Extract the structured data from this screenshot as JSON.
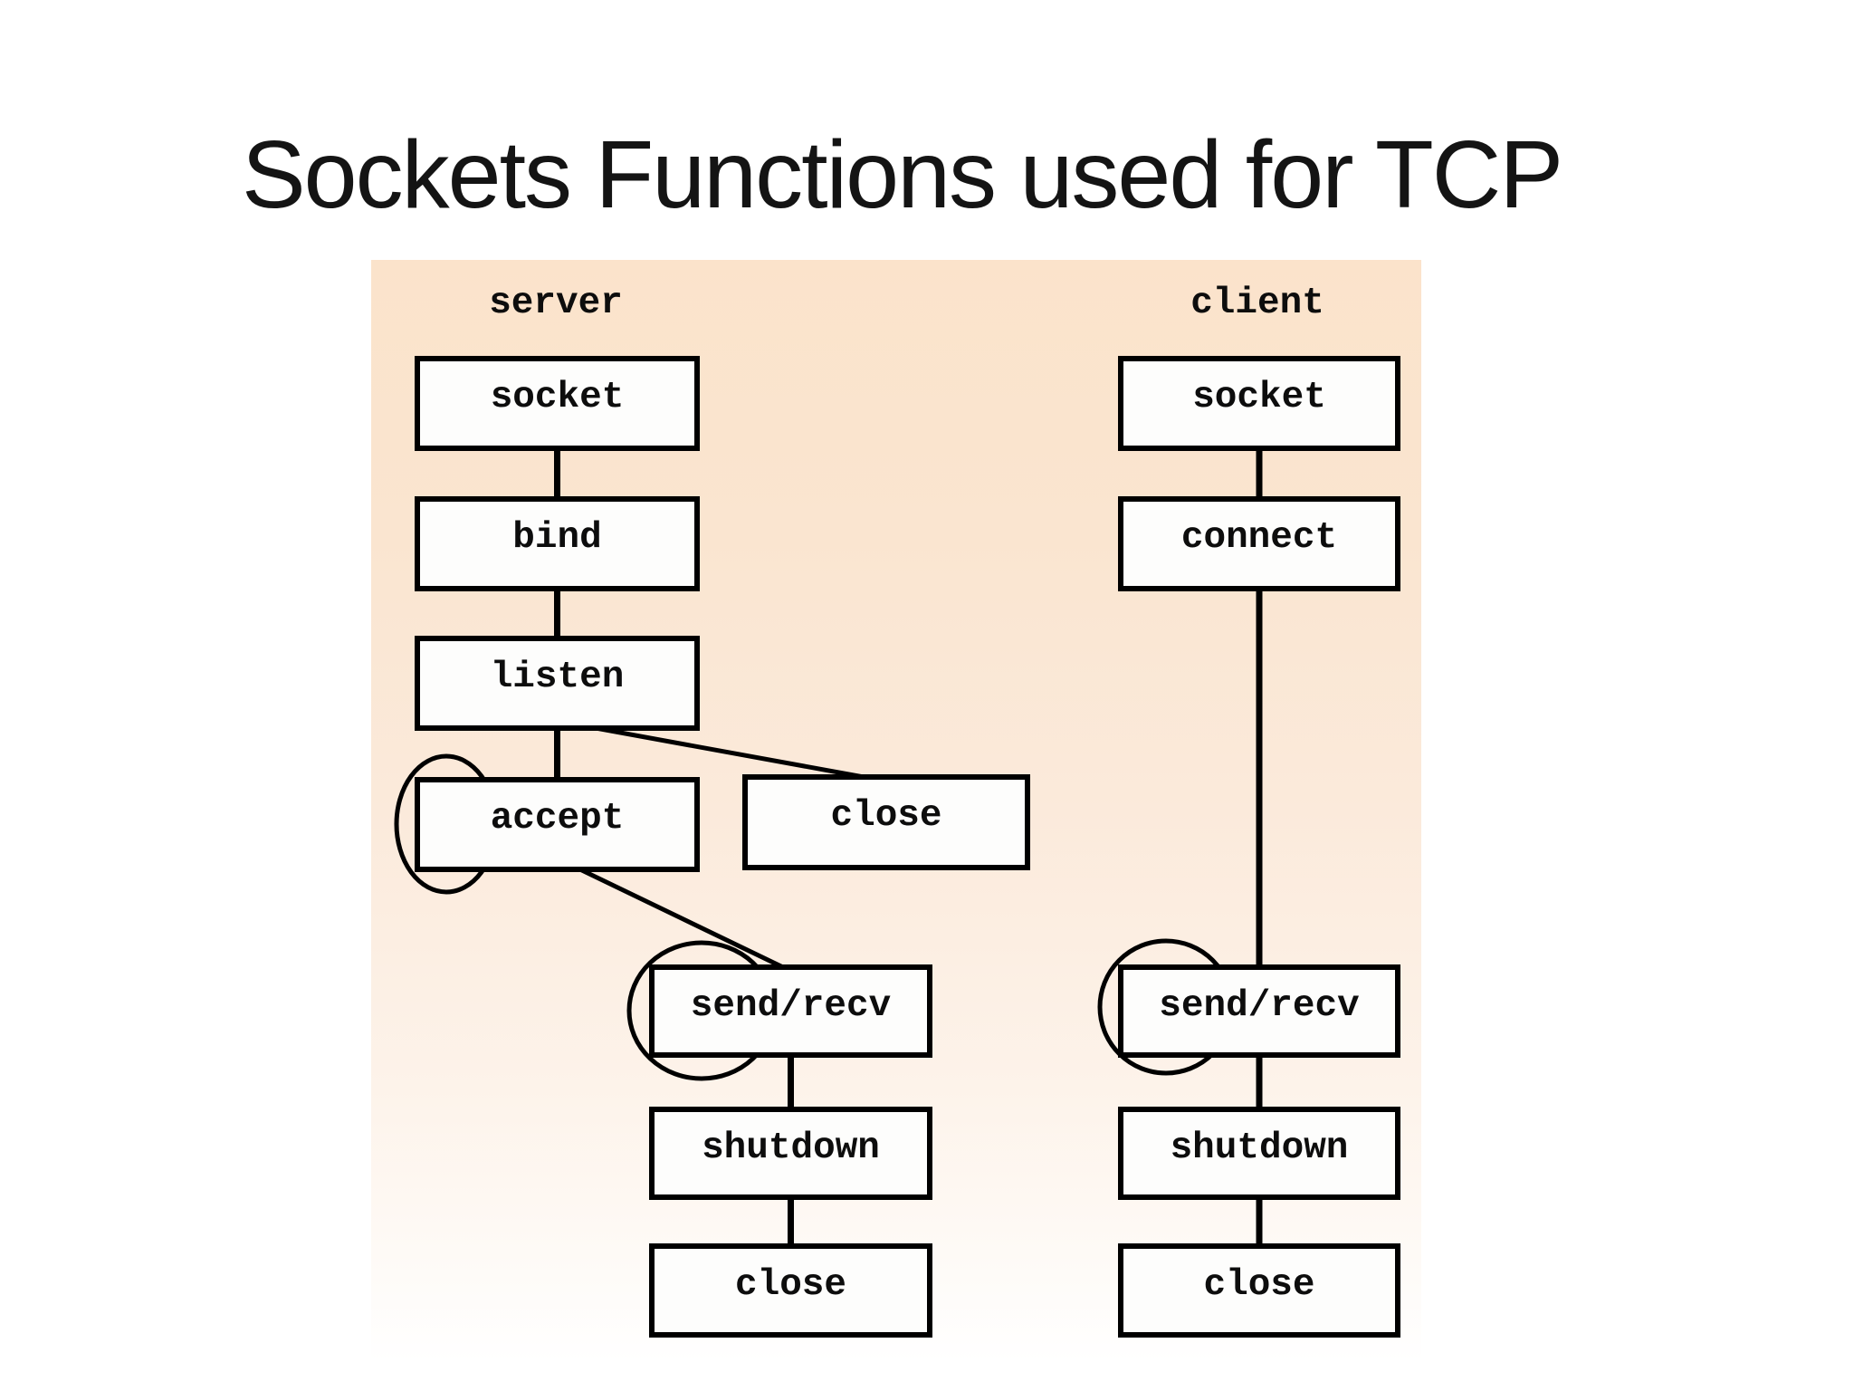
{
  "slide": {
    "title": "Sockets Functions used for TCP"
  },
  "diagram": {
    "server": {
      "label": "server",
      "boxes": {
        "socket": "socket",
        "bind": "bind",
        "listen": "listen",
        "accept": "accept",
        "close_branch": "close",
        "sendrecv": "send/recv",
        "shutdown": "shutdown",
        "close": "close"
      }
    },
    "client": {
      "label": "client",
      "boxes": {
        "socket": "socket",
        "connect": "connect",
        "sendrecv": "send/recv",
        "shutdown": "shutdown",
        "close": "close"
      }
    },
    "colors": {
      "background_top": "#fbe3cb",
      "background_bottom": "#ffffff",
      "box_fill": "#fdfdfc",
      "box_border": "#000000",
      "line": "#000000",
      "title_text": "#141414"
    }
  }
}
